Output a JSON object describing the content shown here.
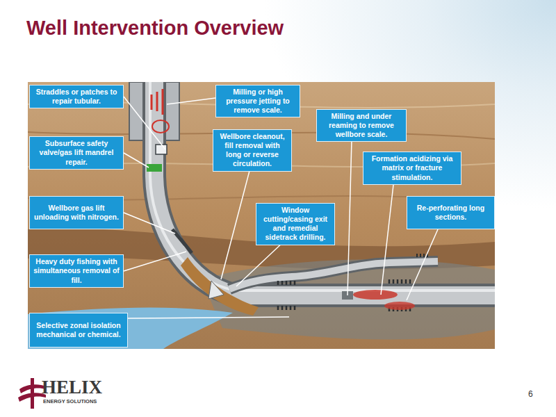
{
  "diagram": {
    "title": "Well Intervention Overview",
    "nodes": [
      {
        "text": [
          "Straddles or patches to repair tubular."
        ]
      },
      {
        "text": [
          "Milling or high pressure jetting to remove scale."
        ]
      },
      {
        "text": [
          "Subsurface safety valve/gas lift mandrel repair."
        ]
      },
      {
        "text": [
          "Milling and under reaming to remove wellbore scale."
        ]
      },
      {
        "text": [
          "Wellbore cleanout, fill removal with long or reverse circulation."
        ]
      },
      {
        "text": [
          "Formation acidizing via matrix or fracture stimulation."
        ]
      },
      {
        "text": [
          "Wellbore gas lift unloading with nitrogen."
        ]
      },
      {
        "text": [
          "Window cutting/casing exit and remedial sidetrack drilling."
        ]
      },
      {
        "text": [
          "Re-perforating long sections."
        ]
      },
      {
        "text": [
          "Heavy duty fishing with simultaneous removal of fill."
        ]
      },
      {
        "text": [
          "Selective zonal isolation mechanical or chemical."
        ]
      }
    ],
    "labels": [
      "HELIX",
      "ENERGY SOLUTIONS",
      "6"
    ]
  }
}
